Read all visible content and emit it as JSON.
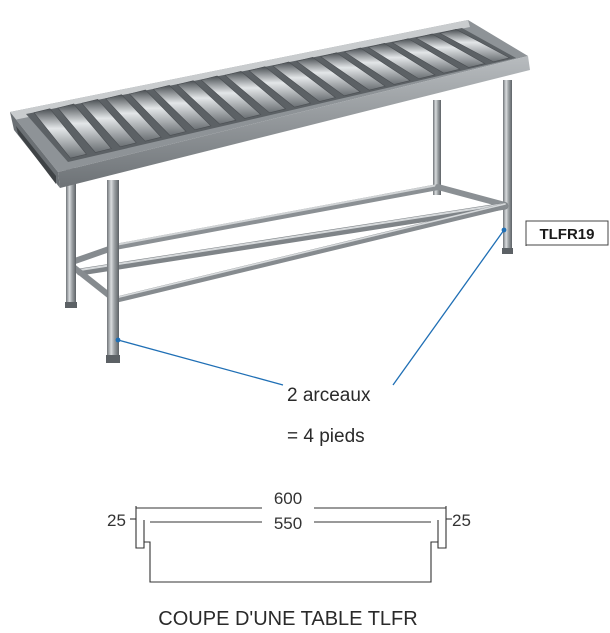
{
  "product": {
    "code": "TLFR19"
  },
  "annotation": {
    "line1": "2 arceaux",
    "line2": "= 4 pieds",
    "leader_color": "#1f6fb5"
  },
  "section": {
    "overall_width": "600",
    "inner_width": "550",
    "left_rim": "25",
    "right_rim": "25",
    "caption": "COUPE D'UNE TABLE TLFR"
  }
}
